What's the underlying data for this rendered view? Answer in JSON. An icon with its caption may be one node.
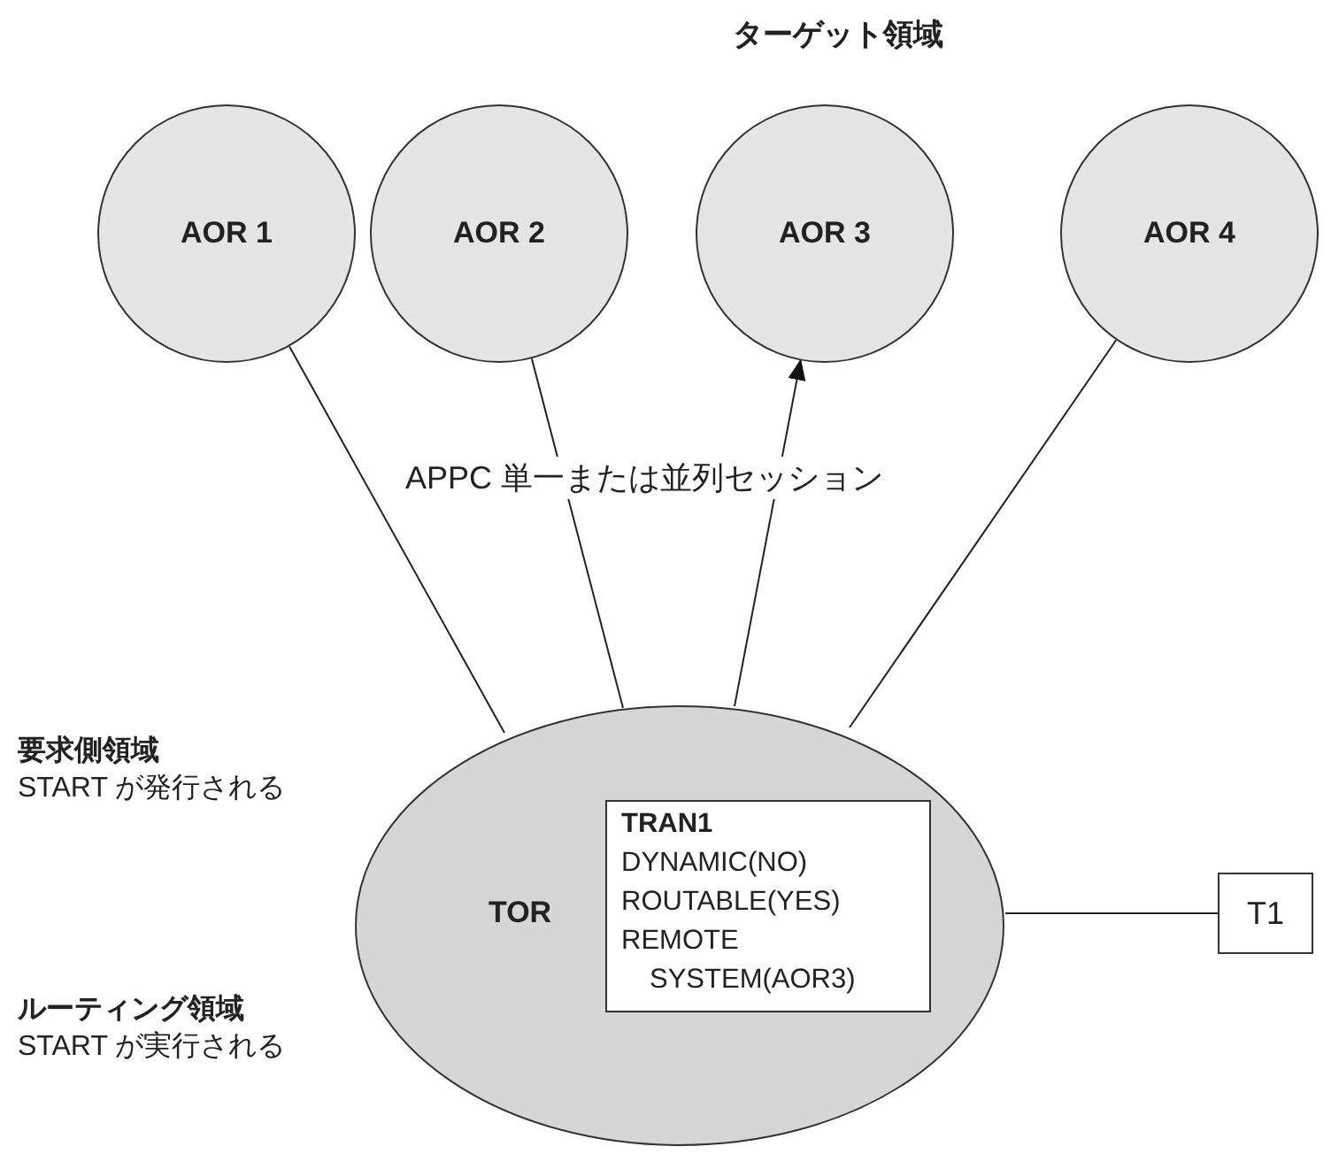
{
  "diagram": {
    "title": "ターゲット領域",
    "nodes": [
      {
        "text": [
          "AOR 1"
        ]
      },
      {
        "text": [
          "AOR 2"
        ]
      },
      {
        "text": [
          "AOR 3"
        ]
      },
      {
        "text": [
          "AOR 4"
        ]
      },
      {
        "text": [
          "TOR"
        ]
      },
      {
        "text": [
          "TRAN1",
          "DYNAMIC(NO)",
          "ROUTABLE(YES)",
          "REMOTE",
          "SYSTEM(AOR3)"
        ],
        "in": 4
      },
      {
        "text": [
          "T1"
        ]
      }
    ],
    "edges": [
      {
        "from": 4,
        "to": 0,
        "arrow": "none"
      },
      {
        "from": 4,
        "to": 1,
        "arrow": "none"
      },
      {
        "from": 4,
        "to": 2,
        "arrow": "to"
      },
      {
        "from": 4,
        "to": 3,
        "arrow": "none"
      },
      {
        "from": 4,
        "to": 6,
        "arrow": "none"
      }
    ],
    "labels": [
      "APPC 単一または並列セッション",
      "要求側領域",
      "START が発行される",
      "ルーティング領域",
      "START が実行される"
    ]
  }
}
